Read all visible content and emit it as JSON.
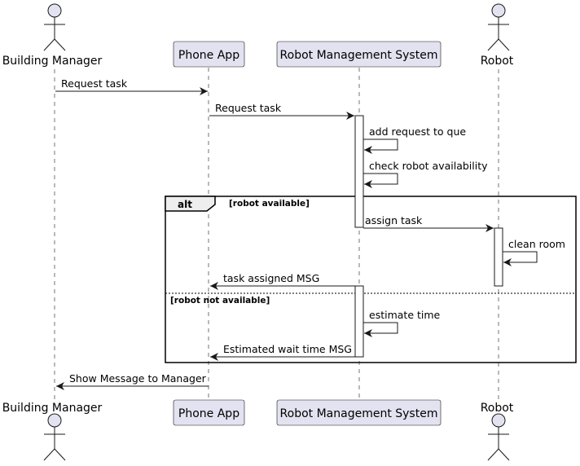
{
  "participants": {
    "manager": "Building Manager",
    "phone": "Phone App",
    "rms": "Robot Management System",
    "robot": "Robot"
  },
  "messages": {
    "m1": "Request task",
    "m2": "Request task",
    "m3": "add request to que",
    "m4": "check robot availability",
    "m5": "assign task",
    "m6": "clean room",
    "m7": "task assigned MSG",
    "m8": "estimate time",
    "m9": "Estimated wait time MSG",
    "m10": "Show Message to Manager"
  },
  "alt": {
    "title": "alt",
    "guard1": "[robot available]",
    "guard2": "[robot not available]"
  }
}
